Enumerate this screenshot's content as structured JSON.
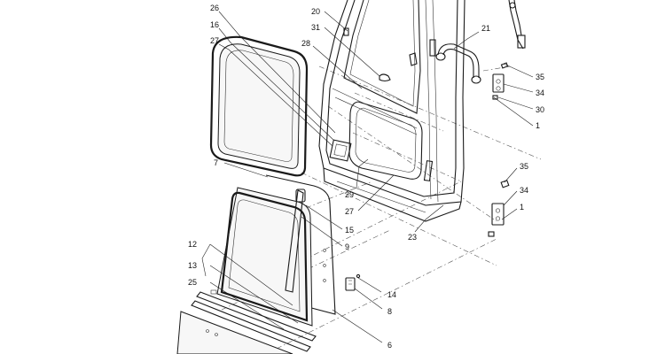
{
  "diagram": {
    "callouts": [
      {
        "id": "c26",
        "text": "26"
      },
      {
        "id": "c16",
        "text": "16"
      },
      {
        "id": "c27a",
        "text": "27"
      },
      {
        "id": "c20",
        "text": "20"
      },
      {
        "id": "c31",
        "text": "31"
      },
      {
        "id": "c28",
        "text": "28"
      },
      {
        "id": "c21",
        "text": "21"
      },
      {
        "id": "c35a",
        "text": "35"
      },
      {
        "id": "c34a",
        "text": "34"
      },
      {
        "id": "c30",
        "text": "30"
      },
      {
        "id": "c1a",
        "text": "1"
      },
      {
        "id": "c7",
        "text": "7"
      },
      {
        "id": "c35b",
        "text": "35"
      },
      {
        "id": "c34b",
        "text": "34"
      },
      {
        "id": "c1b",
        "text": "1"
      },
      {
        "id": "c29",
        "text": "29"
      },
      {
        "id": "c27b",
        "text": "27"
      },
      {
        "id": "c23",
        "text": "23"
      },
      {
        "id": "c15",
        "text": "15"
      },
      {
        "id": "c9",
        "text": "9"
      },
      {
        "id": "c12",
        "text": "12"
      },
      {
        "id": "c13",
        "text": "13"
      },
      {
        "id": "c25",
        "text": "25"
      },
      {
        "id": "c14",
        "text": "14"
      },
      {
        "id": "c8",
        "text": "8"
      },
      {
        "id": "c6",
        "text": "6"
      }
    ]
  }
}
